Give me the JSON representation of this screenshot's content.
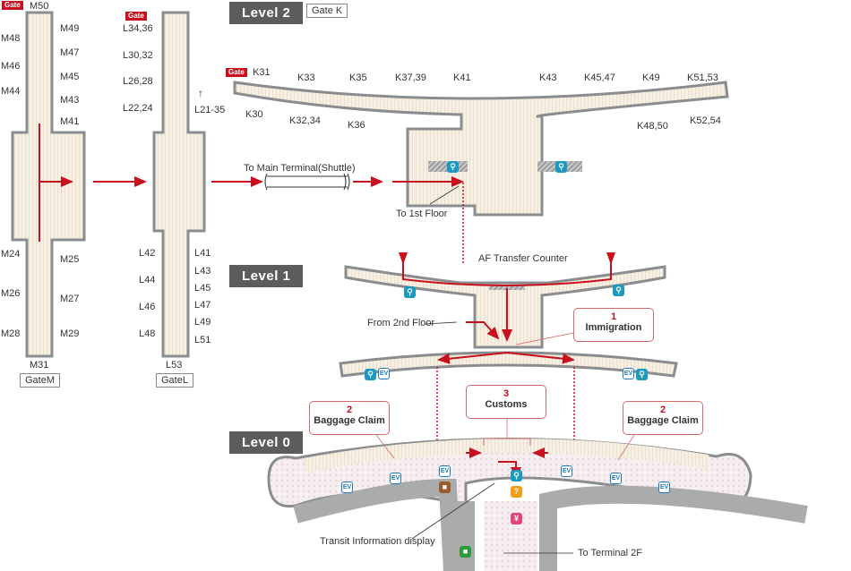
{
  "gate_tag": "Gate",
  "levels": {
    "level2": "Level 2",
    "level1": "Level 1",
    "level0": "Level 0"
  },
  "gate_m": {
    "box_label": "GateM",
    "top": "M50",
    "bottom": "M31",
    "left": [
      "M48",
      "M46",
      "M44",
      "M24",
      "M26",
      "M28"
    ],
    "right": [
      "M49",
      "M47",
      "M45",
      "M43",
      "M41",
      "M25",
      "M27",
      "M29"
    ]
  },
  "gate_l": {
    "box_label": "GateL",
    "bottom": "L53",
    "left": [
      "L34,36",
      "L30,32",
      "L26,28",
      "L22,24",
      "L42",
      "L44",
      "L46",
      "L48"
    ],
    "right": [
      "L41",
      "L43",
      "L45",
      "L47",
      "L49",
      "L51"
    ],
    "arrow_label": "L21-35"
  },
  "gate_k": {
    "box_label": "Gate K",
    "top": [
      "K31",
      "K33",
      "K35",
      "K37,39",
      "K41",
      "K43",
      "K45,47",
      "K49",
      "K51,53"
    ],
    "bottom": [
      "K30",
      "K32,34",
      "K36",
      "K48,50",
      "K52,54"
    ]
  },
  "labels": {
    "shuttle": "To Main Terminal(Shuttle)",
    "to_1st_floor": "To 1st Floor",
    "af_transfer": "AF Transfer Counter",
    "from_2nd_floor": "From 2nd Floor",
    "transit_info": "Transit Information display",
    "to_terminal_2f": "To Terminal 2F"
  },
  "callouts": {
    "immigration": {
      "num": "1",
      "text": "Immigration"
    },
    "baggage_left": {
      "num": "2",
      "text": "Baggage Claim"
    },
    "baggage_right": {
      "num": "2",
      "text": "Baggage Claim"
    },
    "customs": {
      "num": "3",
      "text": "Customs"
    }
  },
  "icons": {
    "wc": "🚻",
    "ev": "EV",
    "info": "?",
    "yen": "¥",
    "taxi": "🚕",
    "bus": "🚌"
  },
  "colors": {
    "route_red": "#c8101e",
    "wall_gray": "#8a8d8f",
    "floor_cream": "#f5ede0",
    "level_badge": "#5a5c5e",
    "road_gray": "#a9abad"
  }
}
